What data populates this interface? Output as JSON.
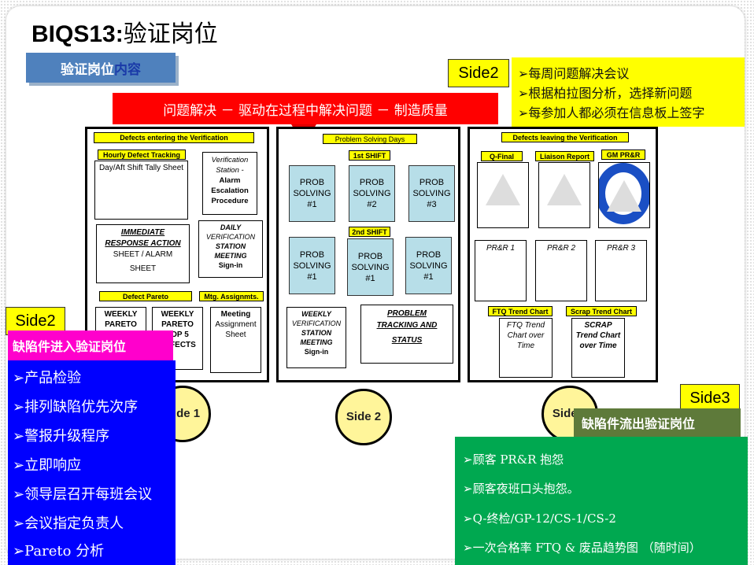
{
  "title": {
    "code": "BIQS13:",
    "cn": "验证岗位"
  },
  "content_tab": {
    "a": "验证岗位 ",
    "b": "内容"
  },
  "side_tags": {
    "top": "Side2",
    "left": "Side2",
    "right": "Side3"
  },
  "meeting_list": [
    "➢每周问题解决会议",
    "➢根据柏拉图分析，选择新问题",
    "➢每参加人都必须在信息板上签字"
  ],
  "banner": "问题解决 － 驱动在过程中解决问题 － 制造质量",
  "panel1": {
    "header": "Defects entering the Verification",
    "hourly": "Hourly Defect Tracking",
    "tally": "Day/Aft Shift Tally Sheet",
    "verif": [
      "Verification",
      "Station -",
      "Alarm",
      "Escalation",
      "Procedure"
    ],
    "immediate": [
      "IMMEDIATE",
      "RESPONSE ACTION",
      "SHEET / ALARM",
      "SHEET"
    ],
    "daily": [
      "DAILY",
      "VERIFICATION",
      "STATION",
      "MEETING",
      "Sign-in"
    ],
    "pareto_hdr": "Defect Pareto",
    "mtg_hdr": "Mtg. Assignmts.",
    "weekly1": [
      "WEEKLY",
      "PARETO"
    ],
    "weekly2": [
      "WEEKLY",
      "PARETO",
      "TOP 5",
      "DEFECTS"
    ],
    "meeting": [
      "Meeting",
      "Assignment",
      "Sheet"
    ]
  },
  "panel2": {
    "header": "Problem Solving Days",
    "shift1": "1st SHIFT",
    "shift2": "2nd SHIFT",
    "prob_row1": [
      "PROB SOLVING #1",
      "PROB SOLVING #2",
      "PROB SOLVING #3"
    ],
    "prob_row2": [
      "PROB SOLVING #1",
      "PROB SOLVING #1",
      "PROB SOLVING #1"
    ],
    "weekly": [
      "WEEKLY",
      "VERIFICATION",
      "STATION",
      "MEETING",
      "Sign-in"
    ],
    "problem": [
      "PROBLEM",
      "TRACKING AND",
      "STATUS"
    ]
  },
  "panel3": {
    "header": "Defects leaving the Verification",
    "qfinal": "Q-Final",
    "liaison": "Liaison Report",
    "gm": "GM PR&R",
    "prr": [
      "PR&R 1",
      "PR&R 2",
      "PR&R 3"
    ],
    "ftq_hdr": "FTQ Trend Chart",
    "scrap_hdr": "Scrap Trend Chart",
    "ftq": [
      "FTQ Trend",
      "Chart over",
      "Time"
    ],
    "scrap": [
      "SCRAP",
      "Trend Chart",
      "over Time"
    ]
  },
  "circles": {
    "c1": "Side 1",
    "c2": "Side 2",
    "c3": "Side 3"
  },
  "left_head": "缺陷件进入验证岗位",
  "left_list": [
    "➢产品检验",
    "➢排列缺陷优先次序",
    "➢警报升级程序",
    "➢立即响应",
    "➢领导层召开每班会议",
    "➢会议指定负责人",
    "➢Pareto 分析"
  ],
  "right_head": "缺陷件流出验证岗位",
  "right_list": [
    "➢顾客 PR&R 抱怨",
    "➢顾客夜班口头抱怨。",
    "➢Q-终检/GP-12/CS-1/CS-2",
    "➢一次合格率 FTQ & 废品趋势图 （随时间）"
  ],
  "colors": {
    "yellow": "#ffff00",
    "red": "#ff0000",
    "blue": "#0000ff",
    "pink": "#ff00cc",
    "green": "#00a850",
    "olive": "#5e7a3a",
    "prob": "#b7dee8"
  }
}
